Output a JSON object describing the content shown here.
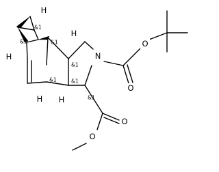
{
  "structure": {
    "atoms": {
      "nitrogen": "N",
      "boc_carbonyl_oxygen": "O",
      "boc_ether_oxygen": "O",
      "ester_carbonyl_oxygen": "O",
      "ester_ether_oxygen": "O"
    },
    "hydrogens": {
      "cyclopropane_top": "H",
      "cyclopropane_left": "H",
      "ring_fusion_top": "H",
      "bridgehead_bottom": "H",
      "ring_fusion_bottom": "H"
    },
    "stereo_labels": {
      "cyclopropane_top": "&1",
      "cyclopropane_left": "&1",
      "bridgehead_top": "&1",
      "ring_fusion_top": "&1",
      "bridgehead_bottom": "&1",
      "ring_fusion_bottom": "&1",
      "ester_carbon": "&1"
    }
  }
}
